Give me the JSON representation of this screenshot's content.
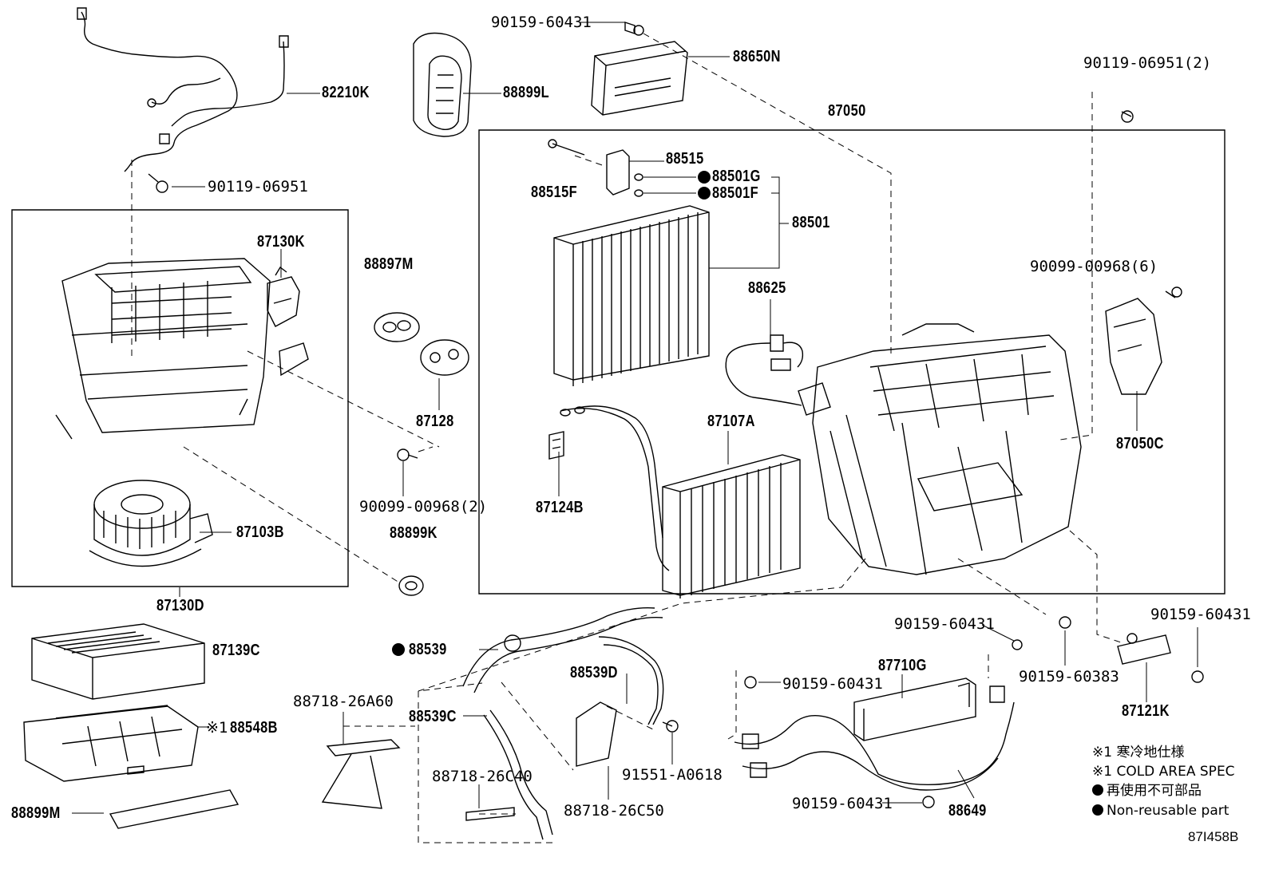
{
  "labels": {
    "c82210K": "82210K",
    "c90159_top": "90159-60431",
    "c88650N": "88650N",
    "c88899L": "88899L",
    "c87050": "87050",
    "c90119_right": "90119-06951(2)",
    "c90119_left": "90119-06951",
    "c87130K": "87130K",
    "c88515": "88515",
    "c88515F": "88515F",
    "c88501G": "88501G",
    "c88501F": "88501F",
    "c88501": "88501",
    "c88897M": "88897M",
    "c88625": "88625",
    "c90099_6": "90099-00968(6)",
    "c87128": "87128",
    "c87107A": "87107A",
    "c87050C": "87050C",
    "c90099_2": "90099-00968(2)",
    "c87124B": "87124B",
    "c87103B": "87103B",
    "c88899K": "88899K",
    "c87130D": "87130D",
    "c90159_br1": "90159-60431",
    "c90159_br2": "90159-60431",
    "c90159_60383": "90159-60383",
    "c87139C": "87139C",
    "c88539": "88539",
    "c88539D": "88539D",
    "c87710G": "87710G",
    "c90159_mid": "90159-60431",
    "c87121K": "87121K",
    "c88718_26A60": "88718-26A60",
    "c88539C": "88539C",
    "c88548B": "88548B",
    "c88548B_mark": "※1",
    "c91551": "91551-A0618",
    "c88718_26C40": "88718-26C40",
    "c88649": "88649",
    "c88899M": "88899M",
    "c88718_26C50": "88718-26C50",
    "c90159_bot": "90159-60431"
  },
  "legend": {
    "line1": "※1 寒冷地仕様",
    "line2": "※1 COLD AREA SPEC",
    "line3": "再使用不可部品",
    "line4": "Non-reusable part"
  },
  "figure_ref": "87I458B",
  "colors": {
    "ink": "#000000",
    "paper": "#ffffff"
  }
}
